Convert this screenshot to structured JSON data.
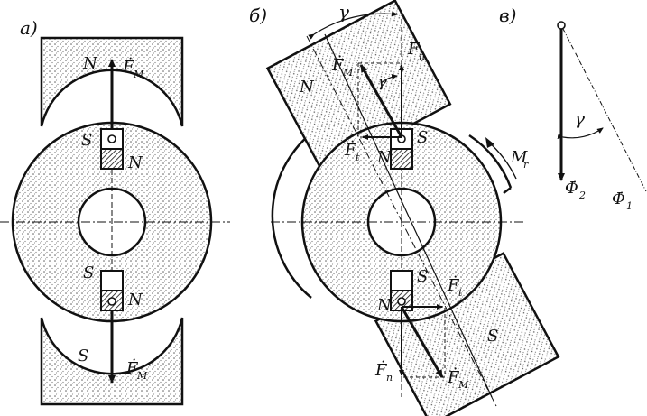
{
  "panels": {
    "a": "а)",
    "b": "б)",
    "c": "в)"
  },
  "labels": {
    "north": "N",
    "south": "S",
    "force_magnetic": "Ḟ",
    "force_magnetic_sub": "M",
    "force_normal": "Ḟ",
    "force_normal_sub": "п",
    "force_tangent": "Ḟ",
    "force_tangent_sub": "t",
    "torque": "M",
    "torque_sub": "r",
    "angle": "γ",
    "flux": "Φ̇",
    "flux1_sub": "1",
    "flux2_sub": "2"
  }
}
